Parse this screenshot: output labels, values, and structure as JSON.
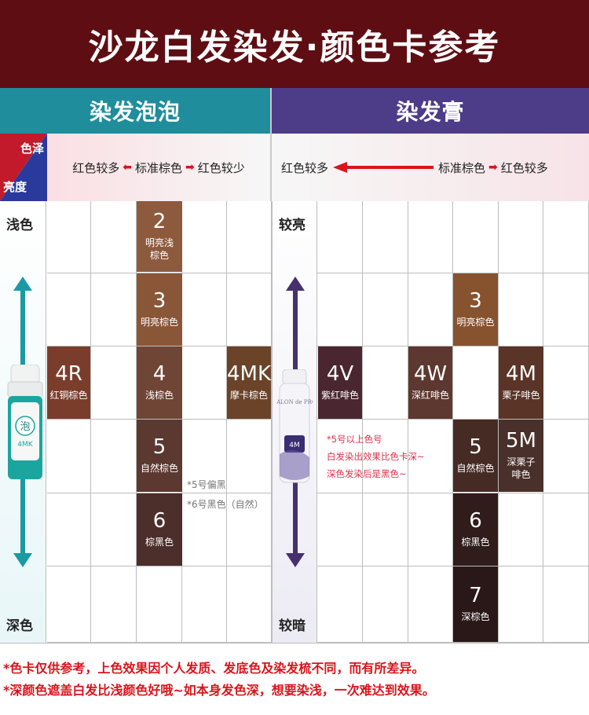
{
  "title": "沙龙白发染发·颜色卡参考",
  "colors": {
    "title_bg": "#5e0e13",
    "foam_header": "#1f8d9c",
    "cream_header": "#4d3c88",
    "arrow_red": "#d9141b"
  },
  "headers": {
    "foam": "染发泡泡",
    "cream": "染发膏"
  },
  "corner": {
    "top": "色泽",
    "bottom": "亮度"
  },
  "legend_left": {
    "left_text": "红色较多",
    "middle_text": "标准棕色",
    "right_text": "红色较少"
  },
  "legend_right": {
    "left_text": "红色较多",
    "middle_text": "标准棕色",
    "right_text": "红色较多"
  },
  "side_left": {
    "top": "浅色",
    "bottom": "深色"
  },
  "side_right": {
    "top": "较亮",
    "bottom": "较暗"
  },
  "foam_swatches": {
    "s2": {
      "code": "2",
      "name": "明亮浅棕色",
      "color": "#8e5a3e"
    },
    "s3": {
      "code": "3",
      "name": "明亮棕色",
      "color": "#8a5638"
    },
    "s4": {
      "code": "4",
      "name": "浅棕色",
      "color": "#6f4536"
    },
    "s4r": {
      "code": "4R",
      "name": "红铜棕色",
      "color": "#7a3d2c"
    },
    "s4mk": {
      "code": "4MK",
      "name": "摩卡棕色",
      "color": "#6a4329"
    },
    "s5": {
      "code": "5",
      "name": "自然棕色",
      "color": "#5b3830"
    },
    "s6": {
      "code": "6",
      "name": "棕黑色",
      "color": "#4c2f2a"
    }
  },
  "foam_notes": {
    "line1": "*5号偏黑",
    "line2": "*6号黑色（自然）"
  },
  "cream_swatches": {
    "s3": {
      "code": "3",
      "name": "明亮棕色",
      "color": "#87532f"
    },
    "s4v": {
      "code": "4V",
      "name": "紫红啡色",
      "color": "#4a2631"
    },
    "s4w": {
      "code": "4W",
      "name": "深红啡色",
      "color": "#5d3830"
    },
    "s4m": {
      "code": "4M",
      "name": "栗子啡色",
      "color": "#5a3427"
    },
    "s5": {
      "code": "5",
      "name": "自然棕色",
      "color": "#462b25"
    },
    "s5m": {
      "code": "5M",
      "name": "深栗子啡色",
      "color": "#4a302a"
    },
    "s6": {
      "code": "6",
      "name": "棕黑色",
      "color": "#2f1c1b"
    },
    "s7": {
      "code": "7",
      "name": "深棕色",
      "color": "#2a1718"
    }
  },
  "cream_notes": {
    "line1": "*5号以上色号",
    "line2": "白发染出效果比色卡深~",
    "line3": "深色发染后是黑色~"
  },
  "bottle_foam": {
    "brand": "泡",
    "shade": "4MK"
  },
  "bottle_cream": {
    "brand": "SALON de PRO",
    "shade": "4M"
  },
  "footer": {
    "line1": "*色卡仅供参考，上色效果因个人发质、发底色及染发梳不同，而有所差异。",
    "line2": "*深颜色遮盖白发比浅颜色好哦~如本身发色深，想要染浅，一次难达到效果。"
  }
}
